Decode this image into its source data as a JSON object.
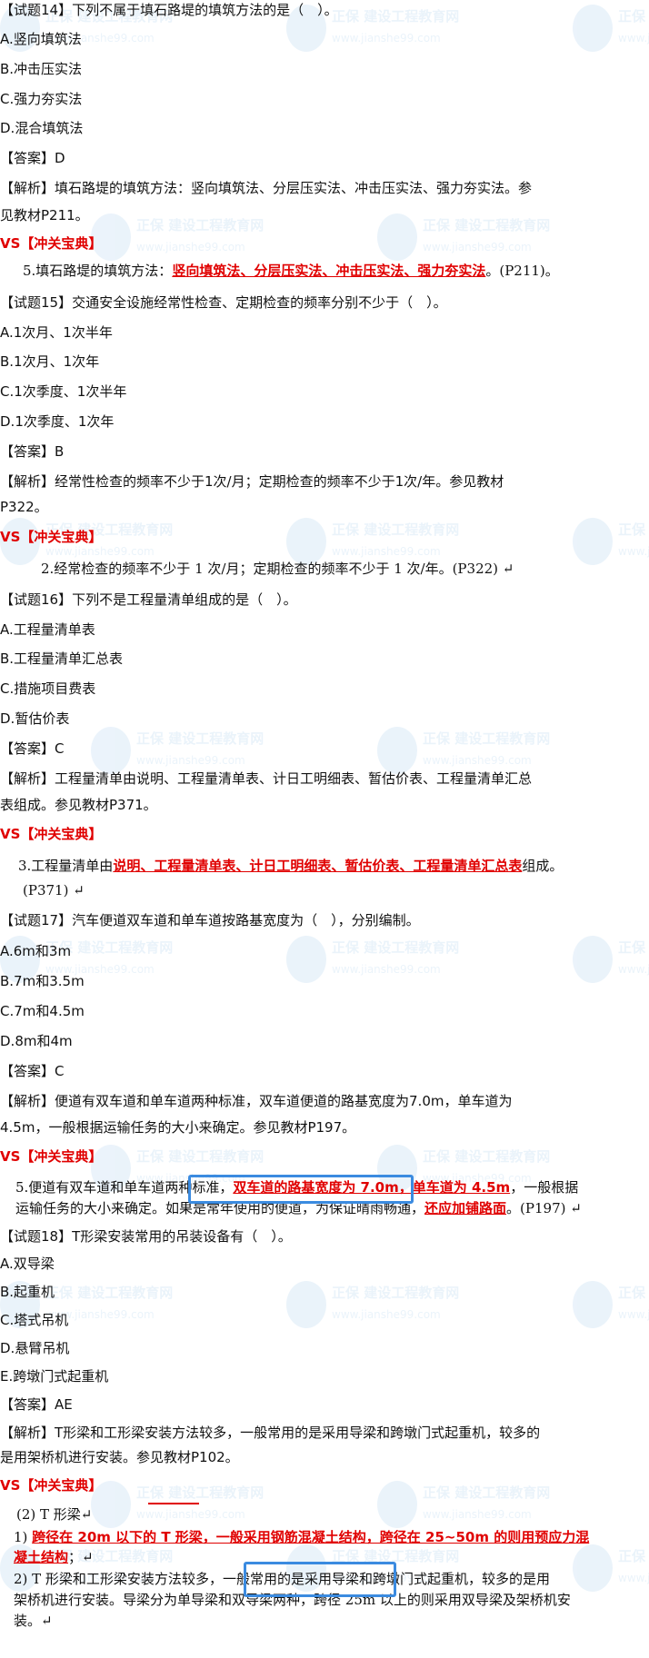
{
  "watermark": {
    "brand": "正保",
    "name": "建设工程教育网",
    "url": "www.jianshe99.com"
  },
  "lines": [
    {
      "segs": [
        {
          "t": "【试题14】下列不属于填石路堤的填筑方法的是（　）。",
          "s": "n"
        }
      ]
    },
    {
      "segs": [
        {
          "t": "A.竖向填筑法",
          "s": "n"
        }
      ]
    },
    {
      "segs": [
        {
          "t": "B.冲击压实法",
          "s": "n"
        }
      ]
    },
    {
      "segs": [
        {
          "t": "C.强力夯实法",
          "s": "n"
        }
      ]
    },
    {
      "segs": [
        {
          "t": "D.混合填筑法",
          "s": "n"
        }
      ]
    },
    {
      "segs": [
        {
          "t": "【答案】D",
          "s": "n"
        }
      ]
    },
    {
      "segs": [
        {
          "t": "【解析】填石路堤的填筑方法：竖向填筑法、分层压实法、冲击压实法、强力夯实法。参",
          "s": "n"
        }
      ]
    },
    {
      "segs": [
        {
          "t": "见教材P211。",
          "s": "n"
        }
      ]
    },
    {
      "segs": [
        {
          "t": "VS【冲关宝典】",
          "s": "vs"
        }
      ]
    },
    {
      "segs": [
        {
          "t": "5.填石路堤的填筑方法：",
          "s": "m"
        },
        {
          "t": "竖向填筑法、分层压实法、冲击压实法、强力夯实法",
          "s": "r"
        },
        {
          "t": "。(P211)。",
          "s": "m"
        }
      ]
    },
    {
      "segs": [
        {
          "t": "【试题15】交通安全设施经常性检查、定期检查的频率分别不少于（　）。",
          "s": "n"
        }
      ]
    },
    {
      "segs": [
        {
          "t": "A.1次月、1次半年",
          "s": "n"
        }
      ]
    },
    {
      "segs": [
        {
          "t": "B.1次月、1次年",
          "s": "n"
        }
      ]
    },
    {
      "segs": [
        {
          "t": "C.1次季度、1次半年",
          "s": "n"
        }
      ]
    },
    {
      "segs": [
        {
          "t": "D.1次季度、1次年",
          "s": "n"
        }
      ]
    },
    {
      "segs": [
        {
          "t": "【答案】B",
          "s": "n"
        }
      ]
    },
    {
      "segs": [
        {
          "t": "【解析】经常性检查的频率不少于1次/月；定期检查的频率不少于1次/年。参见教材",
          "s": "n"
        }
      ]
    },
    {
      "segs": [
        {
          "t": "P322。",
          "s": "n"
        }
      ]
    },
    {
      "segs": [
        {
          "t": "VS【冲关宝典】",
          "s": "vs"
        }
      ]
    },
    {
      "segs": [
        {
          "t": "2.经常检查的频率不少于 1 次/月；定期检查的频率不少于 1 次/年。(P322) ↵",
          "s": "m"
        }
      ]
    },
    {
      "segs": [
        {
          "t": "【试题16】下列不是工程量清单组成的是（　）。",
          "s": "n"
        }
      ]
    },
    {
      "segs": [
        {
          "t": "A.工程量清单表",
          "s": "n"
        }
      ]
    },
    {
      "segs": [
        {
          "t": "B.工程量清单汇总表",
          "s": "n"
        }
      ]
    },
    {
      "segs": [
        {
          "t": "C.措施项目费表",
          "s": "n"
        }
      ]
    },
    {
      "segs": [
        {
          "t": "D.暂估价表",
          "s": "n"
        }
      ]
    },
    {
      "segs": [
        {
          "t": "【答案】C",
          "s": "n"
        }
      ]
    },
    {
      "segs": [
        {
          "t": "【解析】工程量清单由说明、工程量清单表、计日工明细表、暂估价表、工程量清单汇总",
          "s": "n"
        }
      ]
    },
    {
      "segs": [
        {
          "t": "表组成。参见教材P371。",
          "s": "n"
        }
      ]
    },
    {
      "segs": [
        {
          "t": "VS【冲关宝典】",
          "s": "vs"
        }
      ]
    },
    {
      "segs": [
        {
          "t": "3.工程量清单由",
          "s": "m"
        },
        {
          "t": "说明、工程量清单表、计日工明细表、暂估价表、工程量清单汇总表",
          "s": "r"
        },
        {
          "t": "组成。",
          "s": "m"
        }
      ]
    },
    {
      "segs": [
        {
          "t": "(P371) ↵",
          "s": "m"
        }
      ]
    },
    {
      "segs": [
        {
          "t": "【试题17】汽车便道双车道和单车道按路基宽度为（　），分别编制。",
          "s": "n"
        }
      ]
    },
    {
      "segs": [
        {
          "t": "A.6m和3m",
          "s": "n"
        }
      ]
    },
    {
      "segs": [
        {
          "t": "B.7m和3.5m",
          "s": "n"
        }
      ]
    },
    {
      "segs": [
        {
          "t": "C.7m和4.5m",
          "s": "n"
        }
      ]
    },
    {
      "segs": [
        {
          "t": "D.8m和4m",
          "s": "n"
        }
      ]
    },
    {
      "segs": [
        {
          "t": "【答案】C",
          "s": "n"
        }
      ]
    },
    {
      "segs": [
        {
          "t": "【解析】便道有双车道和单车道两种标准，双车道便道的路基宽度为7.0m，单车道为",
          "s": "n"
        }
      ]
    },
    {
      "segs": [
        {
          "t": "4.5m，一般根据运输任务的大小来确定。参见教材P197。",
          "s": "n"
        }
      ]
    },
    {
      "segs": [
        {
          "t": "VS【冲关宝典】",
          "s": "vs"
        }
      ]
    },
    {
      "segs": [
        {
          "t": "5.便道有双车道和单车道两种标准，",
          "s": "m"
        },
        {
          "t": "双车道的路基宽度为 7.0m，单车道为 4.5m",
          "s": "r"
        },
        {
          "t": "，一般根据",
          "s": "m"
        }
      ]
    },
    {
      "segs": [
        {
          "t": "运输任务的大小来确定。如果是常年使用的便道，为保证晴雨畅通，",
          "s": "m"
        },
        {
          "t": "还应加铺路面",
          "s": "r"
        },
        {
          "t": "。(P197) ↵",
          "s": "m"
        }
      ]
    },
    {
      "segs": [
        {
          "t": "【试题18】T形梁安装常用的吊装设备有（　）。",
          "s": "n"
        }
      ]
    },
    {
      "segs": [
        {
          "t": "A.双导梁",
          "s": "n"
        }
      ]
    },
    {
      "segs": [
        {
          "t": "B.起重机",
          "s": "n"
        }
      ]
    },
    {
      "segs": [
        {
          "t": "C.塔式吊机",
          "s": "n"
        }
      ]
    },
    {
      "segs": [
        {
          "t": "D.悬臂吊机",
          "s": "n"
        }
      ]
    },
    {
      "segs": [
        {
          "t": "E.跨墩门式起重机",
          "s": "n"
        }
      ]
    },
    {
      "segs": [
        {
          "t": "【答案】AE",
          "s": "n"
        }
      ]
    },
    {
      "segs": [
        {
          "t": "【解析】T形梁和工形梁安装方法较多，一般常用的是采用导梁和跨墩门式起重机，较多的",
          "s": "n"
        }
      ]
    },
    {
      "segs": [
        {
          "t": "是用架桥机进行安装。参见教材P102。",
          "s": "n"
        }
      ]
    },
    {
      "segs": [
        {
          "t": "VS【冲关宝典】",
          "s": "vs"
        }
      ]
    },
    {
      "segs": [
        {
          "t": "(2) T 形梁↵",
          "s": "m"
        }
      ]
    },
    {
      "segs": [
        {
          "t": "1) ",
          "s": "m"
        },
        {
          "t": "跨径在 20m 以下的 T 形梁，一般采用钢筋混凝土结构，跨径在 25~50m 的则用预应力混",
          "s": "r"
        }
      ]
    },
    {
      "segs": [
        {
          "t": "凝土结构",
          "s": "r"
        },
        {
          "t": "；↵",
          "s": "m"
        }
      ]
    },
    {
      "segs": [
        {
          "t": "2) T 形梁和工形梁安装方法较多，一般常用的是采用导梁和跨墩门式起重机，较多的是用",
          "s": "m"
        }
      ]
    },
    {
      "segs": [
        {
          "t": "架桥机进行安装。导梁分为单导梁和双导梁两种，跨径 25m 以上的则采用双导梁及架桥机安",
          "s": "m"
        }
      ]
    },
    {
      "segs": [
        {
          "t": "装。↵",
          "s": "m"
        }
      ]
    }
  ]
}
